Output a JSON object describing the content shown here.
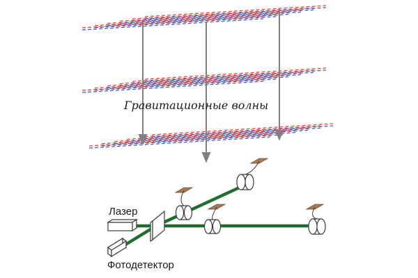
{
  "diagram": {
    "wave_label": "Гравитационные волны",
    "laser_label": "Лазер",
    "detector_label": "Фотодетектор"
  },
  "colors": {
    "wave_red": "#e8463a",
    "wave_blue": "#4a5fb4",
    "arrow": "#808080",
    "beam": "#1f6e2f",
    "mirror_plate": "#a57b5a",
    "outline": "#3a3a3a"
  }
}
